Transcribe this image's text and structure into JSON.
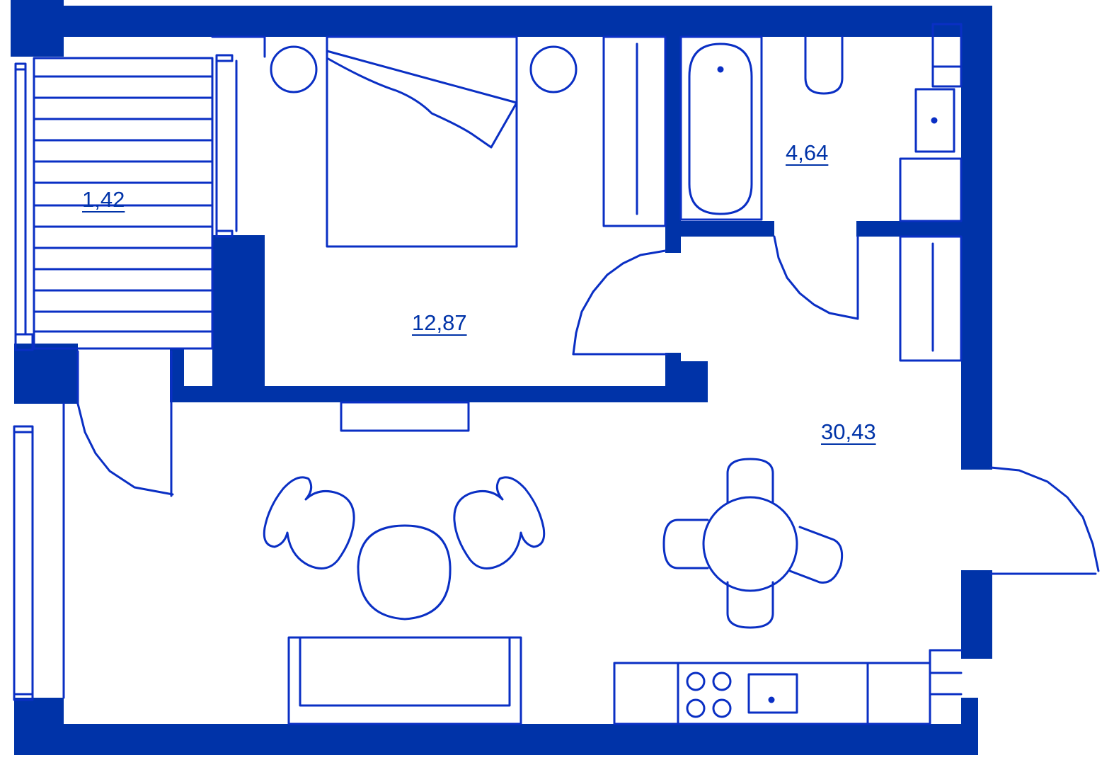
{
  "plan": {
    "color_walls": "#0033a8",
    "color_lines": "#0a2fc4",
    "color_background": "#ffffff",
    "rooms": [
      {
        "id": "balcony",
        "area": "1,42"
      },
      {
        "id": "bedroom",
        "area": "12,87"
      },
      {
        "id": "bathroom",
        "area": "4,64"
      },
      {
        "id": "living-kitchen",
        "area": "30,43"
      }
    ]
  }
}
